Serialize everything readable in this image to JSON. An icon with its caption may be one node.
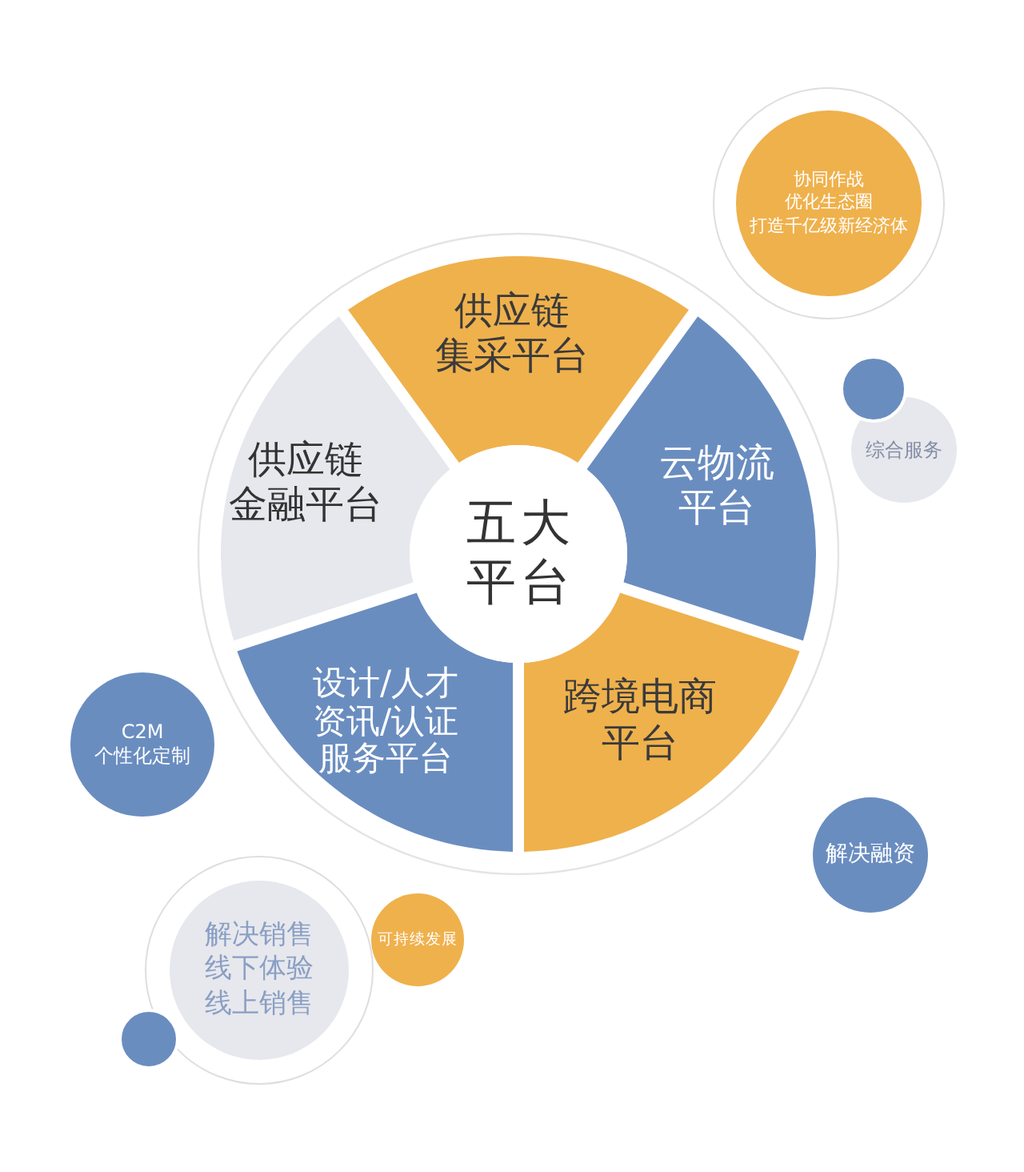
{
  "diagram": {
    "nodes": [
      {
        "text": [
          "协同作战优化生态圈打造千亿级新经济体"
        ]
      },
      {
        "text": [
          "供应链集采平台"
        ]
      },
      {
        "text": [],
        "shape": "circle"
      },
      {
        "text": [
          "综合服务"
        ]
      },
      {
        "text": [
          "供应链金融平台"
        ]
      },
      {
        "text": [
          "五大平台"
        ]
      },
      {
        "text": [
          "云物流平台"
        ]
      },
      {
        "text": [
          "设计/人才资讯/认证服务平台"
        ]
      },
      {
        "text": [
          "跨境电商平台"
        ]
      },
      {
        "text": [
          "C2M 个性化定制"
        ]
      },
      {
        "text": [
          "解决融资"
        ]
      },
      {
        "text": [
          "可持续发展"
        ]
      },
      {
        "text": [
          "解决销售线下体验线上销售"
        ]
      },
      {
        "text": [],
        "shape": "circle"
      }
    ]
  }
}
